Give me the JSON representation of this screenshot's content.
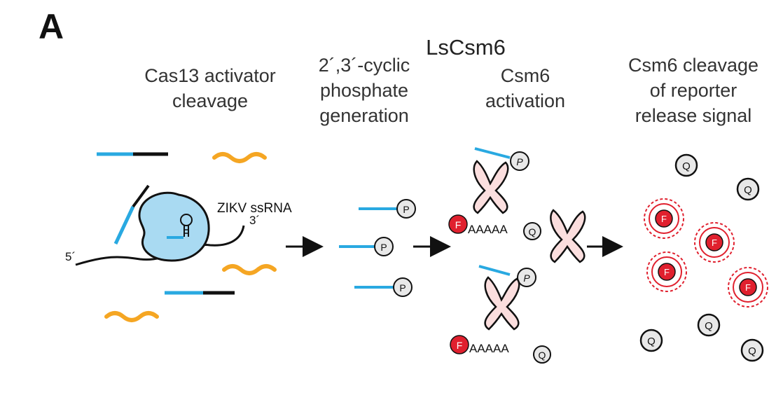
{
  "panel_letter": "A",
  "title": "LsCsm6",
  "steps": [
    {
      "label": "Cas13 activator\ncleavage"
    },
    {
      "label": "2´,3´-cyclic\nphosphate\ngeneration"
    },
    {
      "label": "Csm6\nactivation"
    },
    {
      "label": "Csm6 cleavage\nof reporter\nrelease signal"
    }
  ],
  "target_label": "ZIKV ssRNA",
  "three_prime": "3´",
  "five_prime": "5´",
  "phosphate_letter": "P",
  "quencher_letter": "Q",
  "fluorophore_letter": "F",
  "poly_a": "AAAAA",
  "colors": {
    "guide_blue": "#29a9e1",
    "cas13_fill": "#a9daf2",
    "orange_rna": "#f5a623",
    "csm6_fill": "#fbdede",
    "fluor_red": "#e0202e",
    "q_fill": "#e8e8e8"
  }
}
